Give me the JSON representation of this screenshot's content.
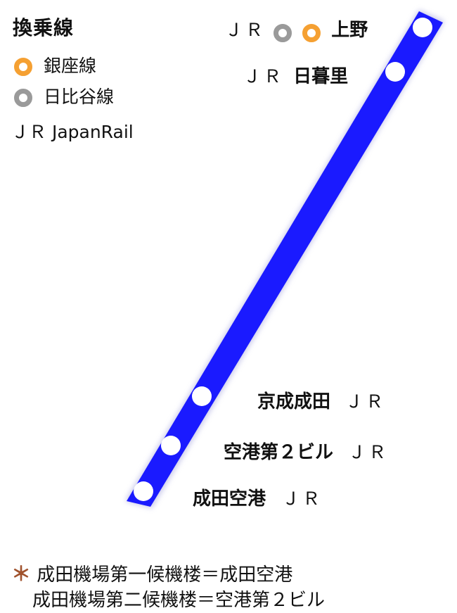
{
  "legend": {
    "title": "換乗線",
    "items": [
      {
        "label": "銀座線",
        "icon": "ginza-line-ring-icon",
        "color": "#f5a032"
      },
      {
        "label": "日比谷線",
        "icon": "hibiya-line-ring-icon",
        "color": "#9a9a9a"
      },
      {
        "label": "ＪＲ JapanRail",
        "icon": "",
        "color": ""
      }
    ]
  },
  "line_color": "#1a1aff",
  "stations": [
    {
      "name": "上野",
      "jr": "ＪＲ",
      "transfers": [
        "hibiya",
        "ginza"
      ]
    },
    {
      "name": "日暮里",
      "jr": "ＪＲ",
      "transfers": []
    },
    {
      "name": "京成成田",
      "jr": "ＪＲ",
      "transfers": []
    },
    {
      "name": "空港第２ビル",
      "jr": "ＪＲ",
      "transfers": []
    },
    {
      "name": "成田空港",
      "jr": "ＪＲ",
      "transfers": []
    }
  ],
  "notes": {
    "asterisk": "＊",
    "line1": "成田機場第一候機楼＝成田空港",
    "line2": "成田機場第二候機楼＝空港第２ビル"
  }
}
